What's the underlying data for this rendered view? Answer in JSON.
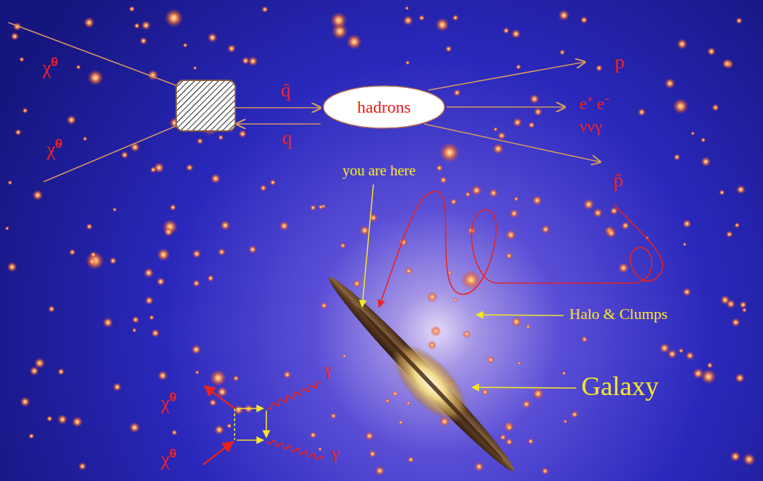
{
  "diagram": {
    "nodes": [
      {
        "text": [
          "hadrons"
        ]
      }
    ],
    "labels": [
      "χ̃⁰",
      "χ̃⁰",
      "q̄",
      "q",
      "p",
      "e⁺ e⁻",
      "ννγ",
      "p̄",
      "you are here",
      "Halo & Clumps",
      "Galaxy",
      "χ̃⁰",
      "χ̃⁰",
      "γ",
      "γ"
    ]
  }
}
